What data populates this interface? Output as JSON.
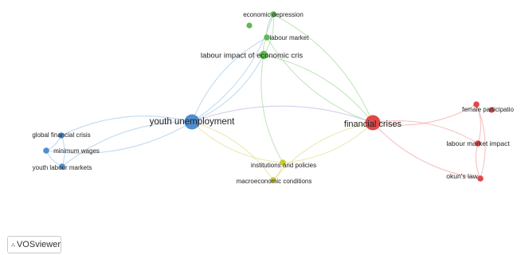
{
  "app": {
    "brand": "VOSviewer"
  },
  "colors": {
    "clusters": {
      "blue": "#4f8fd0",
      "green": "#5dbb4f",
      "red": "#e04848",
      "yellow": "#c9c930"
    },
    "edges": {
      "blue": "#8fbde6",
      "green": "#95d08a",
      "red": "#ee8f8f",
      "yellow": "#ddd770",
      "purple": "#b6a6d8"
    }
  },
  "network": {
    "nodes": [
      {
        "id": "youth_unemployment",
        "label": "youth unemployment",
        "cluster": "blue",
        "weight": "large"
      },
      {
        "id": "global_financial_crisis",
        "label": "global financial crisis",
        "cluster": "blue",
        "weight": "small"
      },
      {
        "id": "minimum_wages",
        "label": "minimum wages",
        "cluster": "blue",
        "weight": "small"
      },
      {
        "id": "youth_labour_markets",
        "label": "youth labour markets",
        "cluster": "blue",
        "weight": "small"
      },
      {
        "id": "economic_depression",
        "label": "economic depression",
        "cluster": "green",
        "weight": "small"
      },
      {
        "id": "labour_market",
        "label": "labour market",
        "cluster": "green",
        "weight": "small"
      },
      {
        "id": "labour_impact_of_economic_cris",
        "label": "labour impact of economic cris",
        "cluster": "green",
        "weight": "medium"
      },
      {
        "id": "financial_crises",
        "label": "financial crises",
        "cluster": "red",
        "weight": "large"
      },
      {
        "id": "female_participation",
        "label": "female participatio",
        "cluster": "red",
        "weight": "small"
      },
      {
        "id": "labour_market_impact",
        "label": "labour market impact",
        "cluster": "red",
        "weight": "small"
      },
      {
        "id": "okuns_law",
        "label": "okun's law",
        "cluster": "red",
        "weight": "small"
      },
      {
        "id": "institutions_and_policies",
        "label": "institutions and policies",
        "cluster": "yellow",
        "weight": "small"
      },
      {
        "id": "macroeconomic_conditions",
        "label": "macroeconomic conditions",
        "cluster": "yellow",
        "weight": "small"
      }
    ],
    "edges": [
      {
        "from": "youth_unemployment",
        "to": "global_financial_crisis",
        "color": "blue"
      },
      {
        "from": "youth_unemployment",
        "to": "minimum_wages",
        "color": "blue"
      },
      {
        "from": "youth_unemployment",
        "to": "youth_labour_markets",
        "color": "blue"
      },
      {
        "from": "global_financial_crisis",
        "to": "minimum_wages",
        "color": "blue"
      },
      {
        "from": "minimum_wages",
        "to": "youth_labour_markets",
        "color": "blue"
      },
      {
        "from": "global_financial_crisis",
        "to": "youth_labour_markets",
        "color": "blue"
      },
      {
        "from": "youth_unemployment",
        "to": "economic_depression",
        "color": "blue"
      },
      {
        "from": "youth_unemployment",
        "to": "labour_market",
        "color": "blue"
      },
      {
        "from": "youth_unemployment",
        "to": "labour_impact_of_economic_cris",
        "color": "blue"
      },
      {
        "from": "youth_unemployment",
        "to": "financial_crises",
        "color": "purple"
      },
      {
        "from": "youth_unemployment",
        "to": "institutions_and_policies",
        "color": "yellow"
      },
      {
        "from": "youth_unemployment",
        "to": "macroeconomic_conditions",
        "color": "yellow"
      },
      {
        "from": "economic_depression",
        "to": "labour_market",
        "color": "green"
      },
      {
        "from": "economic_depression",
        "to": "labour_impact_of_economic_cris",
        "color": "green"
      },
      {
        "from": "labour_market",
        "to": "labour_impact_of_economic_cris",
        "color": "green"
      },
      {
        "from": "economic_depression",
        "to": "financial_crises",
        "color": "green"
      },
      {
        "from": "labour_market",
        "to": "financial_crises",
        "color": "green"
      },
      {
        "from": "labour_impact_of_economic_cris",
        "to": "financial_crises",
        "color": "green"
      },
      {
        "from": "labour_impact_of_economic_cris",
        "to": "institutions_and_policies",
        "color": "green"
      },
      {
        "from": "financial_crises",
        "to": "institutions_and_policies",
        "color": "yellow"
      },
      {
        "from": "financial_crises",
        "to": "macroeconomic_conditions",
        "color": "yellow"
      },
      {
        "from": "institutions_and_policies",
        "to": "macroeconomic_conditions",
        "color": "yellow"
      },
      {
        "from": "financial_crises",
        "to": "female_participation",
        "color": "red"
      },
      {
        "from": "financial_crises",
        "to": "labour_market_impact",
        "color": "red"
      },
      {
        "from": "financial_crises",
        "to": "okuns_law",
        "color": "red"
      },
      {
        "from": "female_participation",
        "to": "labour_market_impact",
        "color": "red"
      },
      {
        "from": "labour_market_impact",
        "to": "okuns_law",
        "color": "red"
      },
      {
        "from": "female_participation",
        "to": "okuns_law",
        "color": "red"
      }
    ]
  }
}
